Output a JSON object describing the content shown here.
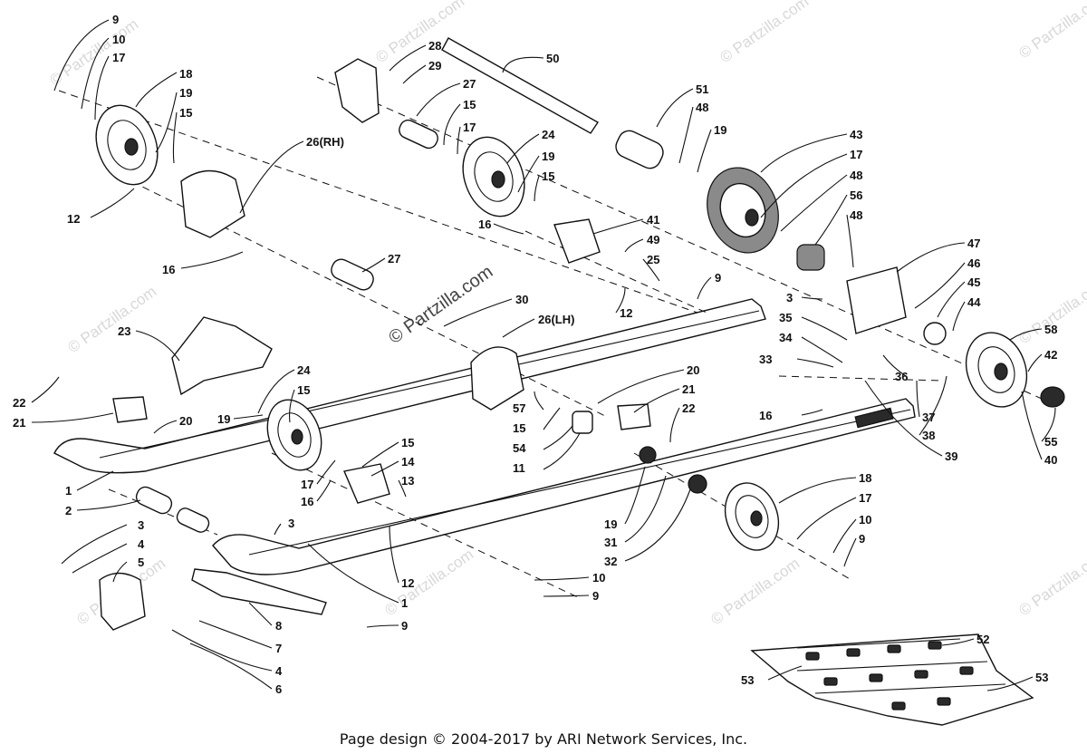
{
  "watermarks": {
    "brand": "© Partzilla.com"
  },
  "footer": {
    "text": "Page design © 2004-2017 by ARI Network Services, Inc."
  },
  "callouts": [
    "9",
    "10",
    "17",
    "18",
    "19",
    "15",
    "12",
    "26(RH)",
    "16",
    "27",
    "23",
    "22",
    "21",
    "20",
    "24",
    "15",
    "19",
    "1",
    "2",
    "3",
    "4",
    "5",
    "6",
    "7",
    "4",
    "8",
    "9",
    "12",
    "3",
    "17",
    "15",
    "14",
    "13",
    "16",
    "28",
    "29",
    "27",
    "15",
    "17",
    "24",
    "19",
    "15",
    "16",
    "41",
    "49",
    "25",
    "9",
    "12",
    "30",
    "26(LH)",
    "20",
    "57",
    "15",
    "54",
    "11",
    "21",
    "22",
    "19",
    "31",
    "32",
    "10",
    "9",
    "1",
    "50",
    "51",
    "48",
    "19",
    "43",
    "17",
    "48",
    "56",
    "48",
    "47",
    "46",
    "45",
    "44",
    "3",
    "35",
    "34",
    "33",
    "36",
    "37",
    "38",
    "16",
    "39",
    "58",
    "42",
    "55",
    "40",
    "18",
    "17",
    "10",
    "9",
    "52",
    "53",
    "53"
  ]
}
